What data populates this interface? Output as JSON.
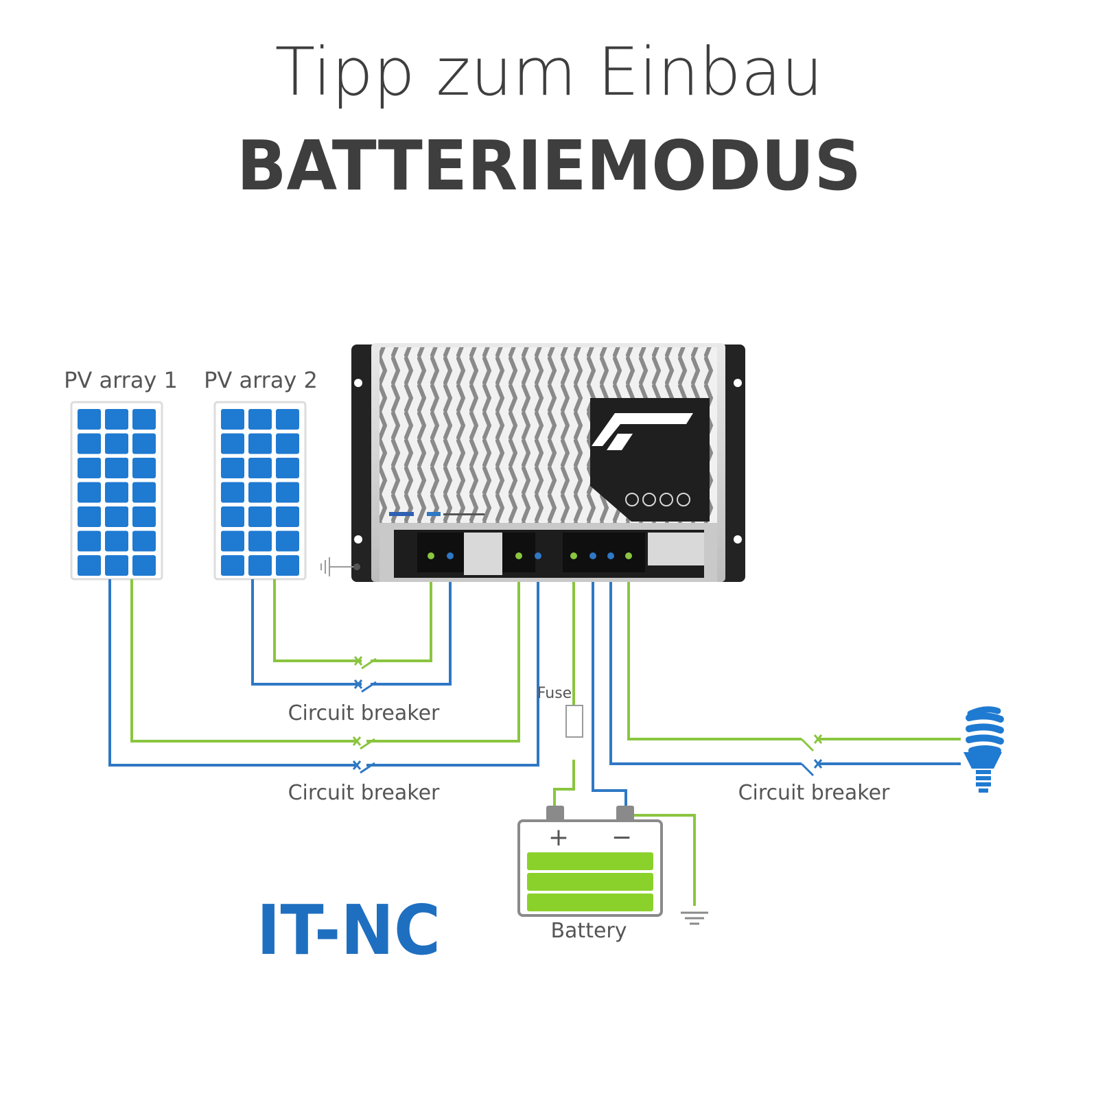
{
  "title": "Tipp zum Einbau",
  "subtitle": "BATTERIEMODUS",
  "labels": {
    "pv_array_1": "PV array 1",
    "pv_array_2": "PV array 2",
    "circuit_breaker_pv2": "Circuit breaker",
    "circuit_breaker_pv1": "Circuit breaker",
    "circuit_breaker_load": "Circuit breaker",
    "fuse": "Fuse",
    "battery": "Battery",
    "battery_plus": "+",
    "battery_minus": "−",
    "system_type": "IT-NC"
  },
  "colors": {
    "positive_wire": "#8ac53f",
    "negative_wire": "#2f78c4",
    "solar_cell": "#1f7ad1",
    "battery_fill": "#8bd12c",
    "itnc_text": "#1e6fc0"
  },
  "icons": [
    "solar-panel-icon",
    "charge-controller-icon",
    "battery-icon",
    "ground-icon",
    "lamp-icon",
    "fuse-icon",
    "breaker-icon"
  ]
}
